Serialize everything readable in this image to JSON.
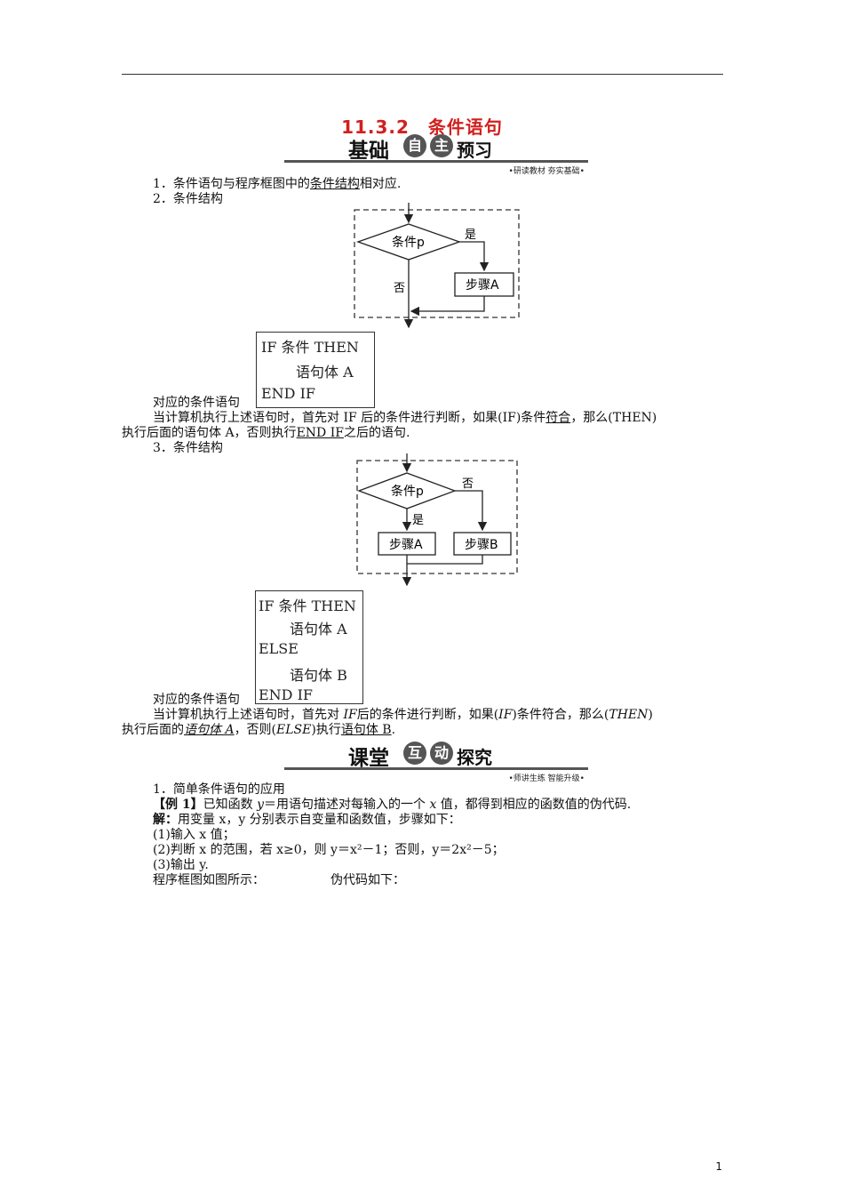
{
  "title": "11.3.2　条件语句",
  "banner1": {
    "w1": "基础",
    "c1": "自",
    "c2": "主",
    "w2": "预习",
    "sub": "•研读教材 夯实基础•"
  },
  "s1": {
    "item1_pre": "1．条件语句与程序框图中的",
    "item1_u": "条件结构",
    "item1_post": "相对应.",
    "item2": "2．条件结构"
  },
  "flow1": {
    "cond": "条件p",
    "yes": "是",
    "no": "否",
    "stepA": "步骤A"
  },
  "code1": {
    "l1": "IF 条件 THEN",
    "l2": "语句体 A",
    "l3": "END IF"
  },
  "c1_label": "对应的条件语句",
  "p1": {
    "a": "当计算机执行上述语句时，首先对 IF 后的条件进行判断，如果(IF)条件",
    "u1": "符合",
    "b": "，那么(THEN)",
    "c": "执行后面的语句体 A，否则执行",
    "u2": "END IF",
    "d": "之后的语句."
  },
  "item3": "3．条件结构",
  "flow2": {
    "cond": "条件p",
    "no": "否",
    "yes": "是",
    "stepA": "步骤A",
    "stepB": "步骤B"
  },
  "code2": {
    "l1": "IF 条件 THEN",
    "l2": "语句体 A",
    "l3": "ELSE",
    "l4": "语句体 B",
    "l5": "END IF"
  },
  "c2_label": "对应的条件语句",
  "p2": {
    "a": "当计算机执行上述语句时，首先对 ",
    "if1": "IF",
    "b": "后的条件进行判断，如果(",
    "if2": "IF",
    "c": ")条件符合，那么(",
    "then": "THEN",
    "d": ")",
    "e": "执行后面的",
    "u1": "语句体 A",
    "f": "，否则(",
    "else": "ELSE",
    "g": ")执行",
    "u2": "语句体 B",
    "h": "."
  },
  "banner2": {
    "w1": "课堂",
    "c1": "互",
    "c2": "动",
    "w2": "探究",
    "sub": "•师讲生练 智能升级•"
  },
  "s2": {
    "h1": "1．简单条件语句的应用",
    "ex_tag": "【例 1】",
    "ex_a": "已知函数 ",
    "ex_y": "y",
    "ex_b": "＝用语句描述对每输入的一个 ",
    "ex_x": "x",
    "ex_c": " 值，都得到相应的函数值的伪代码.",
    "sol_tag": "解：",
    "sol": "用变量 x，y 分别表示自变量和函数值，步骤如下：",
    "st1": "(1)输入 x 值；",
    "st2": "(2)判断 x 的范围，若 x≥0，则 y＝x²－1；否则，y＝2x²－5；",
    "st3": "(3)输出 y.",
    "last_a": "程序框图如图所示：",
    "last_b": "伪代码如下："
  },
  "page_number": "1"
}
